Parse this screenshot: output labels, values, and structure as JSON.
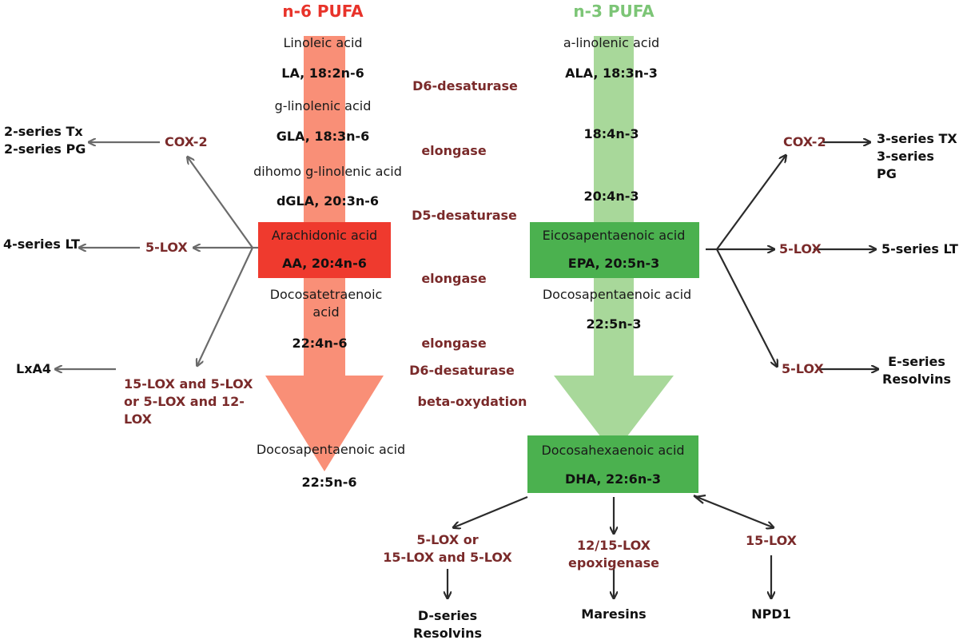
{
  "headers": {
    "n6": "n-6 PUFA",
    "n3": "n-3 PUFA"
  },
  "colors": {
    "n6_header": "#e8332a",
    "n3_header": "#7cc576",
    "n6_arrow": "#f98f77",
    "n3_arrow": "#a8d89a",
    "n6_box": "#ef3a2e",
    "n3_box": "#4bb14f",
    "enzyme_text": "#7a2a2a",
    "n6_lines": "#6b6b6b",
    "n3_lines": "#2b2b2b"
  },
  "n6": {
    "la_name": "Linoleic acid",
    "la_formula": "LA, 18:2n-6",
    "gla_name": "g-linolenic acid",
    "gla_formula": "GLA, 18:3n-6",
    "dgla_name": "dihomo g-linolenic acid",
    "dgla_formula": "dGLA, 20:3n-6",
    "aa_name": "Arachidonic acid",
    "aa_formula": "AA, 20:4n-6",
    "dta_name": "Docosatetraenoic\nacid",
    "dta_formula": "22:4n-6",
    "dpa_name": "Docosapentaenoic acid",
    "dpa_formula": "22:5n-6"
  },
  "n3": {
    "ala_name": "a-linolenic acid",
    "ala_formula": "ALA, 18:3n-3",
    "sda": "18:4n-3",
    "eta": "20:4n-3",
    "epa_name": "Eicosapentaenoic acid",
    "epa_formula": "EPA, 20:5n-3",
    "dpa_name": "Docosapentaenoic acid",
    "dpa_formula": "22:5n-3",
    "dha_name": "Docosahexaenoic acid",
    "dha_formula": "DHA, 22:6n-3"
  },
  "steps": {
    "d6_1": "D6-desaturase",
    "elongase_1": "elongase",
    "d5": "D5-desaturase",
    "elongase_2": "elongase",
    "elongase_3": "elongase",
    "d6_2": "D6-desaturase",
    "beta": "beta-oxydation"
  },
  "left": {
    "cox2": "COX-2",
    "cox2_product": "2-series Tx\n2-series PG",
    "lox5": "5-LOX",
    "lox5_product": "4-series LT",
    "lox15": "15-LOX and 5-LOX\nor 5-LOX and 12-\nLOX",
    "lox15_product": "LxA4"
  },
  "right": {
    "cox2": "COX-2",
    "cox2_product": "3-series TX\n3-series\nPG",
    "lox5": "5-LOX",
    "lox5_product": "5-series LT",
    "lox5b": "5-LOX",
    "lox5b_product": "E-series\nResolvins"
  },
  "bottom": {
    "a_enzyme": "5-LOX or\n15-LOX and 5-LOX",
    "a_product": "D-series\nResolvins",
    "b_enzyme": "12/15-LOX\nepoxigenase",
    "b_product": "Maresins",
    "c_enzyme": "15-LOX",
    "c_product": "NPD1"
  }
}
